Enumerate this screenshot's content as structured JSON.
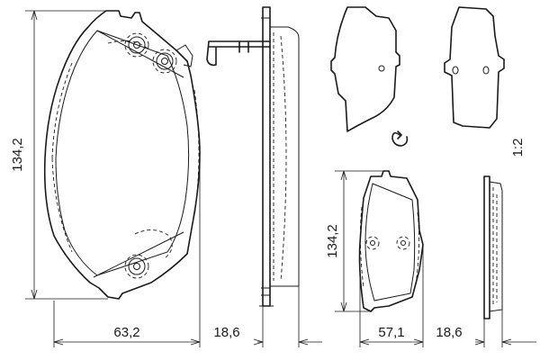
{
  "dimensions": {
    "large_height": "134,2",
    "large_width": "63,2",
    "large_thickness": "18,6",
    "small_height": "134,2",
    "small_width": "57,1",
    "small_thickness": "18,6",
    "scale": "1:2"
  },
  "icons": {
    "wear_indicator_symbol": "wear-indicator-icon"
  }
}
